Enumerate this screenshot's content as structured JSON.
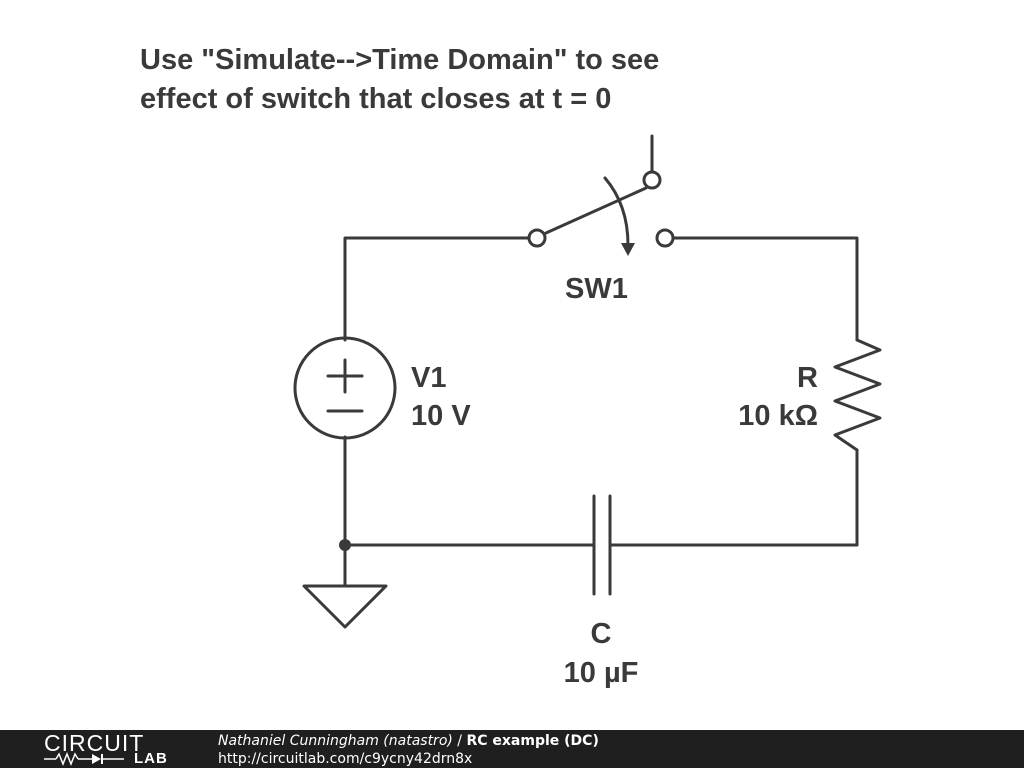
{
  "note": {
    "line1": "Use \"Simulate-->Time Domain\" to see",
    "line2": "effect of switch that closes at t = 0"
  },
  "components": {
    "switch": {
      "name": "SW1"
    },
    "source": {
      "name": "V1",
      "value": "10 V"
    },
    "resistor": {
      "name": "R",
      "value": "10 kΩ"
    },
    "capacitor": {
      "name": "C",
      "value": "10 µF"
    }
  },
  "footer": {
    "logo_top": "CIRCUIT",
    "logo_bottom": "LAB",
    "author": "Nathaniel Cunningham (natastro)",
    "separator": " / ",
    "title": "RC example (DC)",
    "url": "http://circuitlab.com/c9ycny42drn8x"
  },
  "colors": {
    "ink": "#3a3a3a",
    "footer_bg": "#1f1f1f",
    "footer_text": "#ffffff"
  }
}
